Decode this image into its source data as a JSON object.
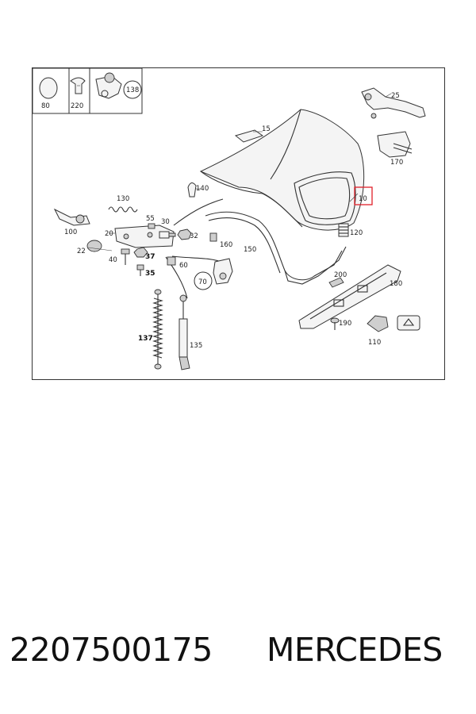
{
  "inset_labels": [
    "80",
    "220",
    "138"
  ],
  "callouts": {
    "c10": "10",
    "c15": "15",
    "c20": "20",
    "c22": "22",
    "c25": "25",
    "c30": "30",
    "c32": "32",
    "c35": "35",
    "c37": "37",
    "c40": "40",
    "c55": "55",
    "c60": "60",
    "c70": "70",
    "c100": "100",
    "c110": "110",
    "c120": "120",
    "c130": "130",
    "c135": "135",
    "c137": "137",
    "c140": "140",
    "c150": "150",
    "c160": "160",
    "c170": "170",
    "c180": "180",
    "c190": "190",
    "c200": "200"
  },
  "highlight_color": "#e0202a",
  "caption": {
    "part_number": "2207500175",
    "brand": "MERCEDES"
  }
}
